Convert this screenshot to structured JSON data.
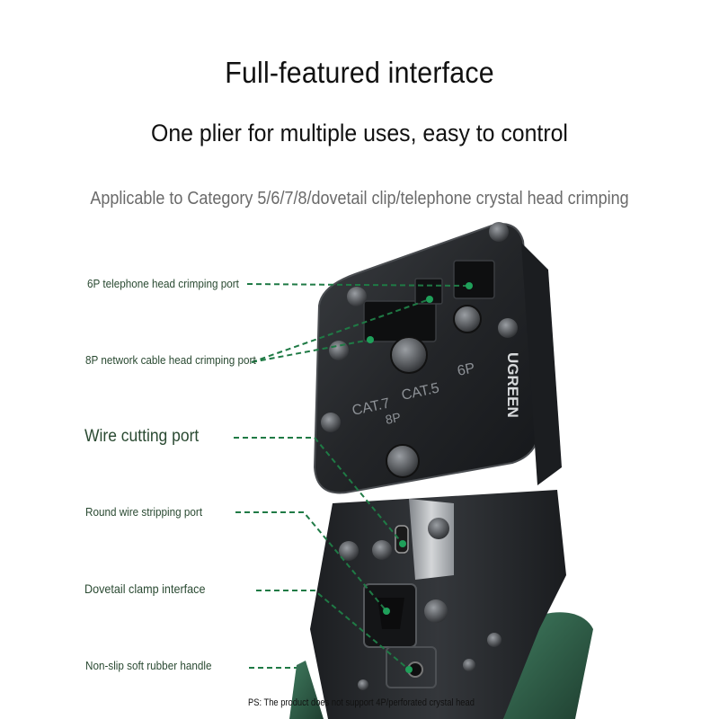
{
  "header": {
    "title": "Full-featured interface",
    "subtitle": "One plier for multiple uses, easy to control",
    "applicable": "Applicable to Category 5/6/7/8/dovetail clip/telephone crystal head crimping"
  },
  "callouts": {
    "port_6p": "6P telephone head crimping port",
    "port_8p": "8P network cable head crimping port",
    "wire_cutting": "Wire cutting port",
    "stripping": "Round wire stripping port",
    "dovetail": "Dovetail clamp interface",
    "handle": "Non-slip soft rubber handle"
  },
  "tool_marks": {
    "brand": "UGREEN",
    "cat7": "CAT.7",
    "cat5": "CAT.5",
    "label_6p": "6P",
    "label_8p": "8P"
  },
  "footer": {
    "note": "PS: The product does not support 4P/perforated crystal head"
  },
  "colors": {
    "leader_line": "#1f7a45",
    "tool_body": "#2b2d30",
    "handle": "#2f5a46",
    "text_heading": "#111111",
    "text_callout": "#2a4a32"
  }
}
